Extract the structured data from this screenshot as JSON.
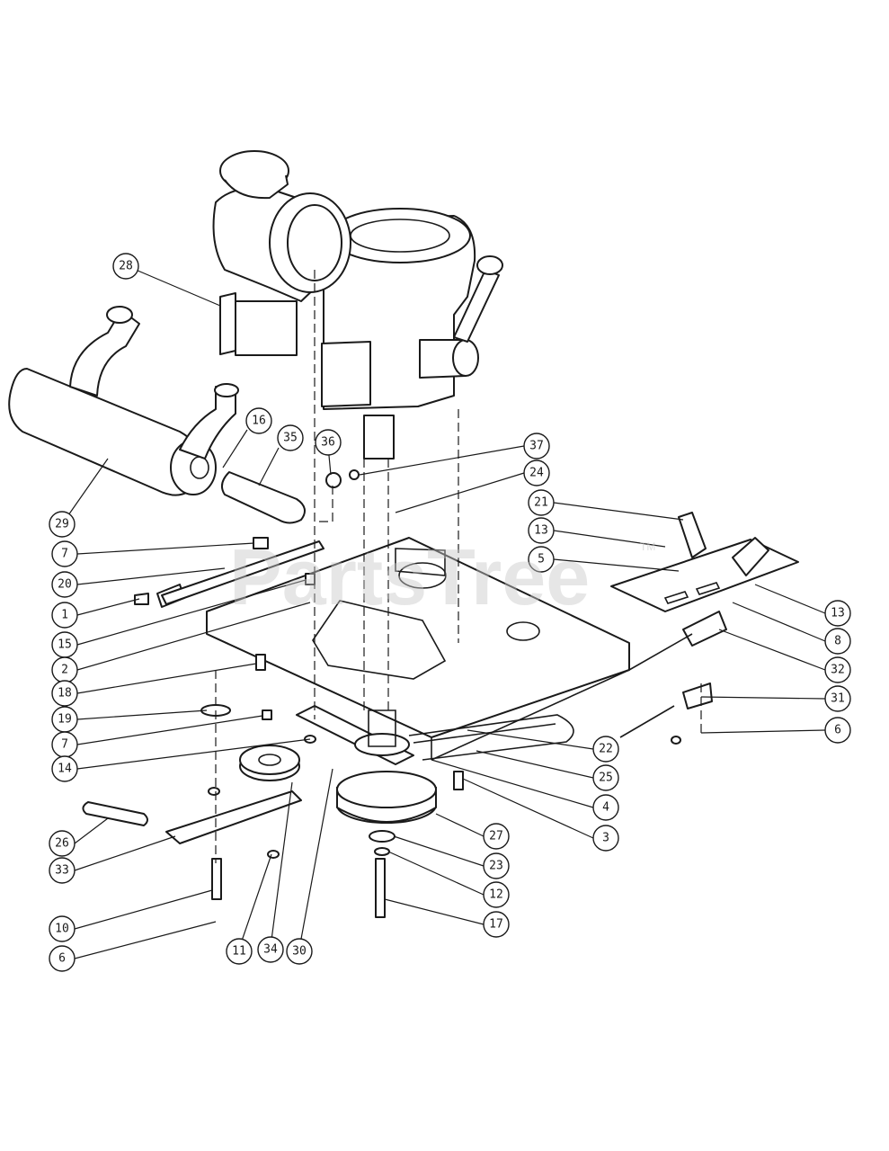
{
  "watermark": {
    "text": "PartsTree",
    "trademark": "TM"
  },
  "callouts": [
    "28",
    "16",
    "35",
    "36",
    "37",
    "24",
    "21",
    "13",
    "5",
    "13",
    "8",
    "29",
    "7",
    "20",
    "1",
    "15",
    "2",
    "18",
    "19",
    "7",
    "14",
    "32",
    "31",
    "6",
    "22",
    "25",
    "4",
    "3",
    "27",
    "23",
    "12",
    "17",
    "26",
    "33",
    "10",
    "6",
    "11",
    "34",
    "30"
  ]
}
